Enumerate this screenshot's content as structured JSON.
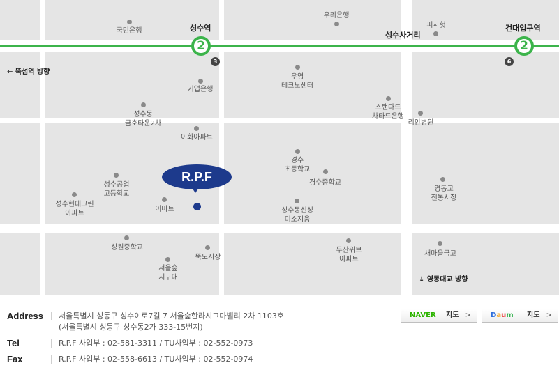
{
  "map": {
    "stations": [
      {
        "name": "성수역",
        "line": "2"
      },
      {
        "name": "건대입구역",
        "line": "2"
      }
    ],
    "exits": [
      "3",
      "6"
    ],
    "intersection": "성수사거리",
    "directions": {
      "west": "← 뚝섬역 방향",
      "south": "↓ 영동대교 방향"
    },
    "marker": {
      "label": "R.P.F"
    },
    "landmarks": [
      {
        "lines": [
          "국민은행"
        ]
      },
      {
        "lines": [
          "우리은행"
        ]
      },
      {
        "lines": [
          "피자헛"
        ]
      },
      {
        "lines": [
          "기업은행"
        ]
      },
      {
        "lines": [
          "우영",
          "테크노센터"
        ]
      },
      {
        "lines": [
          "성수동",
          "금호타운2차"
        ]
      },
      {
        "lines": [
          "스탠다드",
          "차타드은행"
        ]
      },
      {
        "lines": [
          "리안병원"
        ]
      },
      {
        "lines": [
          "이화아파트"
        ]
      },
      {
        "lines": [
          "경수",
          "초등학교"
        ]
      },
      {
        "lines": [
          "경수중학교"
        ]
      },
      {
        "lines": [
          "성수공업",
          "고등학교"
        ]
      },
      {
        "lines": [
          "성수현대그린",
          "아파트"
        ]
      },
      {
        "lines": [
          "이마트"
        ]
      },
      {
        "lines": [
          "성수동신성",
          "미소지움"
        ]
      },
      {
        "lines": [
          "영동교",
          "전통시장"
        ]
      },
      {
        "lines": [
          "성원중학교"
        ]
      },
      {
        "lines": [
          "뚝도시장"
        ]
      },
      {
        "lines": [
          "서울숲",
          "지구대"
        ]
      },
      {
        "lines": [
          "두산위브",
          "아파트"
        ]
      },
      {
        "lines": [
          "새마을금고"
        ]
      }
    ]
  },
  "info": {
    "address": {
      "label": "Address",
      "line1": "서울특별시 성동구 성수이로7길 7 서울숲한라시그마밸리 2차 1103호",
      "line2": "(서울특별시 성동구 성수동2가 333-15번지)"
    },
    "tel": {
      "label": "Tel",
      "value": "R.P.F 사업부 : 02-581-3311 / TU사업부 : 02-552-0973"
    },
    "fax": {
      "label": "Fax",
      "value": "R.P.F 사업부 : 02-558-6613 / TU사업부 : 02-552-0974"
    }
  },
  "buttons": {
    "naver": {
      "brand": "NAVER",
      "label": "지도",
      "chevron": ">"
    },
    "daum": {
      "brand": "Daum",
      "label": "지도",
      "chevron": ">"
    }
  },
  "colors": {
    "line2": "#3cb44b",
    "marker": "#1d3a8c",
    "naver": "#2db400",
    "daum_d": "#2f6fdc",
    "daum_a": "#f5a623",
    "daum_u": "#e8423f",
    "daum_m": "#2fb24a"
  }
}
